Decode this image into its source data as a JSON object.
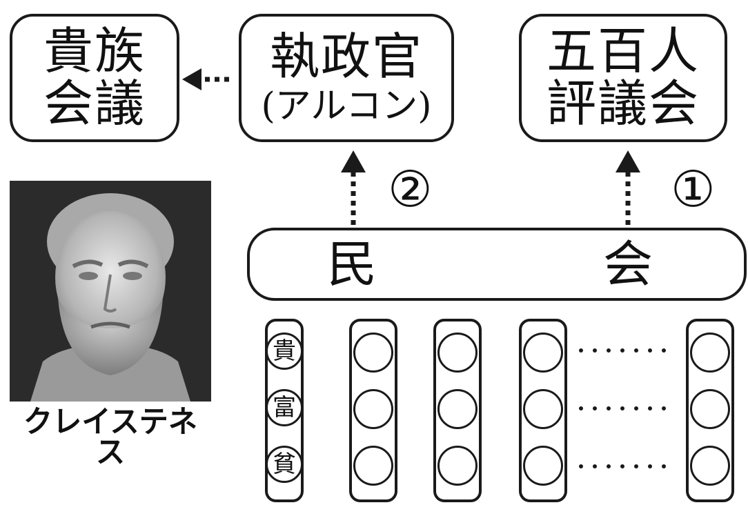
{
  "boxes": {
    "kizoku": {
      "line1": "貴族",
      "line2": "会議"
    },
    "arukon": {
      "line1": "執政官",
      "line2": "(アルコン)"
    },
    "gohyakunin": {
      "line1": "五百人",
      "line2": "評議会"
    },
    "minkai": {
      "char1": "民",
      "char2": "会"
    }
  },
  "markers": {
    "two": "②",
    "one": "①"
  },
  "portrait": {
    "caption": "クレイステネス"
  },
  "first_column": {
    "labels": [
      "貴",
      "富",
      "貧"
    ]
  },
  "colors": {
    "stroke": "#1a1a1a",
    "background": "#ffffff",
    "portrait_background": "#2b2b2b"
  },
  "icons": {
    "portrait": "bust-portrait-icon",
    "arrow": "dotted-arrow-icon"
  }
}
